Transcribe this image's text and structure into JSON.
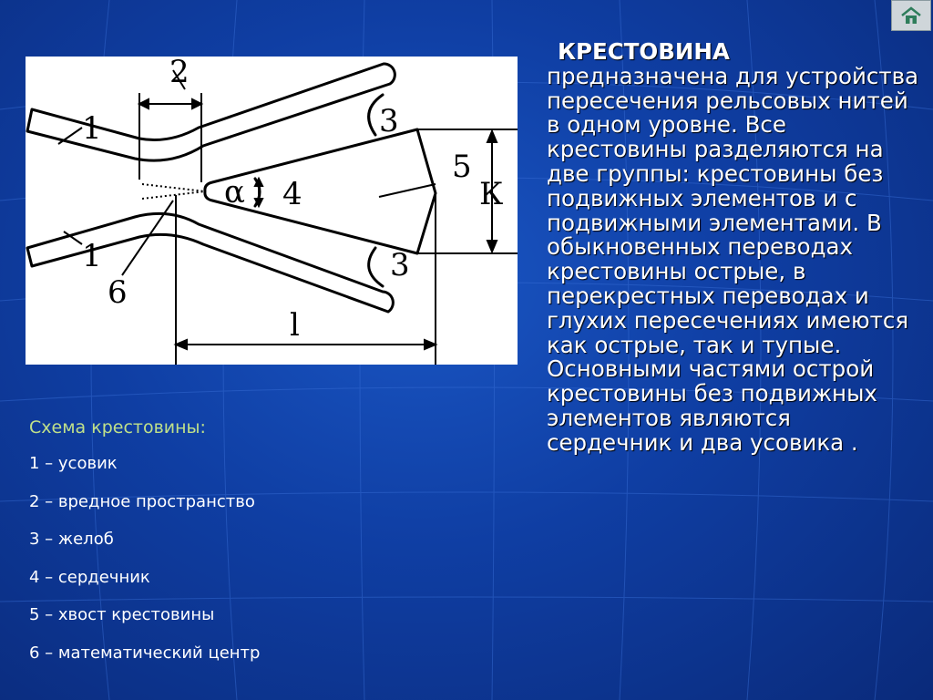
{
  "heading": "КРЕСТОВИНА",
  "description": "предназначена для устройства пересечения рельсовых нитей в одном уровне. Все крестовины разделяются на две группы: крестовины без подвижных элементов и с подвижными элементами. В обыкновенных переводах крестовины острые, в перекрестных переводах и глухих пересечениях имеются как острые, так и тупые. Основными частями острой крестовины без подвижных элементов являются сердечник и два усовика .",
  "legend": {
    "title": "Схема крестовины:",
    "items": [
      "1 – усовик",
      "2 – вредное пространство",
      "3 – желоб",
      "4 – сердечник",
      "5 – хвост крестовины",
      "6 – математический центр"
    ]
  },
  "diagram": {
    "labels": {
      "wing_rail_top": "1",
      "wing_rail_bottom": "1",
      "harmful_space": "2",
      "flangeway_top": "3",
      "flangeway_bottom": "3",
      "frog_point": "4",
      "frog_tail": "5",
      "math_center": "6",
      "angle": "α",
      "width": "К",
      "length": "l"
    }
  },
  "colors": {
    "background": "#0f3ea3",
    "legend_title": "#bfe08a",
    "text": "#ffffff"
  },
  "icons": {
    "nav": "home-icon"
  }
}
